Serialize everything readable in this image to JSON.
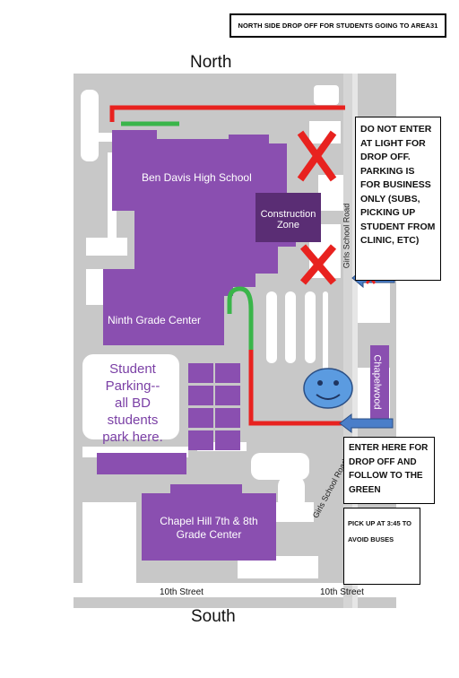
{
  "title": "NORTH SIDE DROP OFF FOR STUDENTS GOING TO AREA31",
  "compass": {
    "north": "North",
    "south": "South"
  },
  "notes": {
    "no_enter": "DO NOT ENTER AT LIGHT FOR DROP OFF. PARKING IS FOR BUSINESS ONLY (SUBS, PICKING UP STUDENT FROM CLINIC, ETC)",
    "enter_here": "ENTER HERE FOR DROP OFF AND FOLLOW TO THE GREEN",
    "pick_up": "PICK UP AT 3:45 TO AVOID BUSES"
  },
  "map": {
    "buildings": {
      "high_school": "Ben Davis High School",
      "construction_line1": "Construction",
      "construction_line2": "Zone",
      "ninth_grade": "Ninth Grade Center",
      "chapel_hill_line1": "Chapel Hill 7th & 8th",
      "chapel_hill_line2": "Grade Center"
    },
    "parking": {
      "line1": "Student",
      "line2": "Parking--",
      "line3": "all BD",
      "line4": "students",
      "line5": "park here."
    },
    "streets": {
      "tenth_left": "10th Street",
      "tenth_right": "10th Street",
      "girls_school_upper": "Girls School Road",
      "girls_school_lower": "Girls School Road",
      "chapelwood": "Chapelwood"
    }
  },
  "colors": {
    "road": "#c8c8c8",
    "building": "#8a4fb0",
    "construction": "#5a2d74",
    "route_red": "#e8221f",
    "route_green": "#3ab54a",
    "no_entry_x": "#e8221f",
    "arrow": "#4a7ec9",
    "face": "#5b9be0",
    "parking_text": "#7a3fa5"
  },
  "icons": [
    "no-entry-x-icon",
    "no-entry-x-icon",
    "arrow-left-icon",
    "arrow-left-icon",
    "smiley-face-icon"
  ]
}
